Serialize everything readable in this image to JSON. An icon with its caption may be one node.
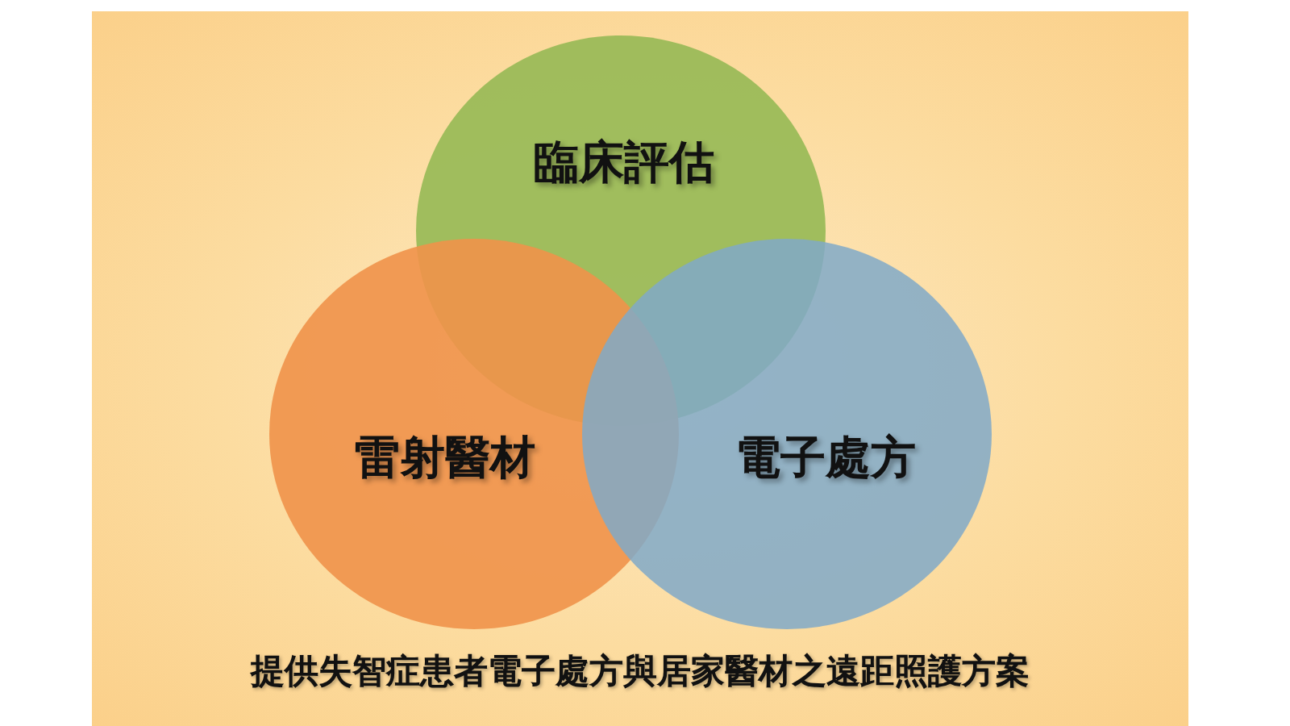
{
  "diagram": {
    "caption": "提供失智症患者電子處方與居家醫材之遠距照護方案",
    "nodes": [
      {
        "text": [
          "臨床評估"
        ]
      },
      {
        "text": [
          "雷射醫材"
        ]
      },
      {
        "text": [
          "電子處方"
        ]
      }
    ]
  }
}
